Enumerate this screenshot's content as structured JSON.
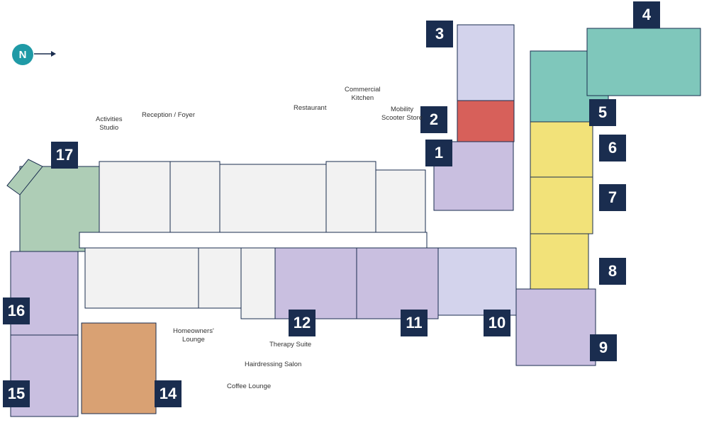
{
  "compass": {
    "label": "N",
    "icon": "north-arrow-icon"
  },
  "colors": {
    "outline": "#1a2d4f",
    "lavender": "#c9bfe0",
    "light_blue": "#d3d3ec",
    "teal": "#7fc7bb",
    "red": "#d7605a",
    "yellow": "#f2e279",
    "sage": "#aecdb6",
    "orange": "#d9a173",
    "common": "#f2f2f2",
    "badge": "#1a2d4f",
    "compass": "#1f9aa6"
  },
  "units": [
    "1",
    "2",
    "3",
    "4",
    "5",
    "6",
    "7",
    "8",
    "9",
    "10",
    "11",
    "12",
    "14",
    "15",
    "16",
    "17"
  ],
  "amenities": {
    "activities_studio": "Activities\nStudio",
    "reception": "Reception / Foyer",
    "restaurant": "Restaurant",
    "commercial_kitchen": "Commercial\nKitchen",
    "mobility_store": "Mobility\nScooter Store",
    "homeowners_lounge": "Homeowners'\nLounge",
    "therapy_suite": "Therapy Suite",
    "hairdressing_salon": "Hairdressing Salon",
    "coffee_lounge": "Coffee Lounge"
  }
}
